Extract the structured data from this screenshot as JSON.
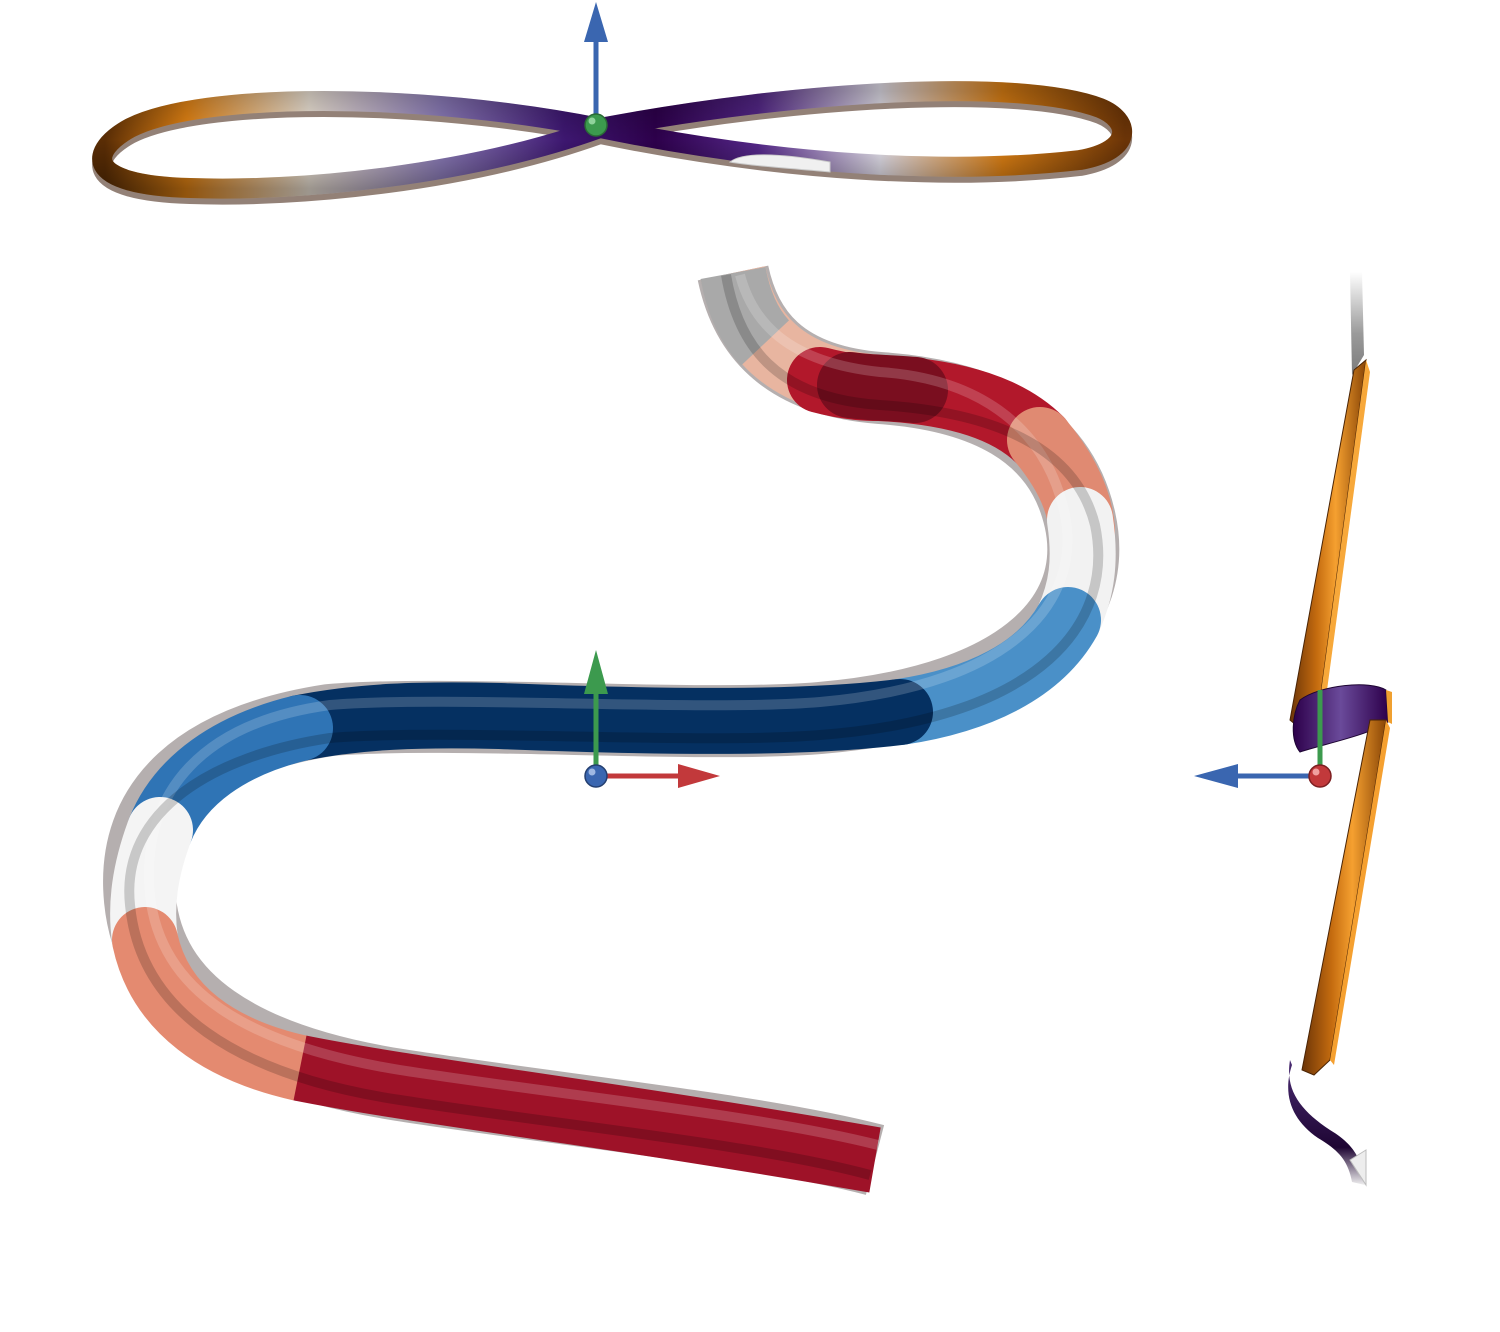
{
  "views": [
    {
      "id": "top",
      "ribbon_colormap": "purple-orange",
      "axes": [
        {
          "axis": "z",
          "direction": "up",
          "color": "#3a66b0"
        },
        {
          "axis": "y",
          "direction": "toward-viewer",
          "color": "#3c9a4e"
        }
      ]
    },
    {
      "id": "front",
      "ribbon_colormap": "red-blue",
      "axes": [
        {
          "axis": "x",
          "direction": "right",
          "color": "#c2393b"
        },
        {
          "axis": "y",
          "direction": "up",
          "color": "#3c9a4e"
        },
        {
          "axis": "z",
          "direction": "toward-viewer",
          "color": "#3a66b0"
        }
      ]
    },
    {
      "id": "side",
      "ribbon_colormap": "purple-orange",
      "axes": [
        {
          "axis": "z",
          "direction": "left",
          "color": "#3a66b0"
        },
        {
          "axis": "y",
          "direction": "up",
          "color": "#3c9a4e"
        },
        {
          "axis": "x",
          "direction": "toward-viewer",
          "color": "#c2393b"
        }
      ]
    }
  ],
  "colors": {
    "red_dark": "#67001f",
    "red": "#b2182b",
    "salmon": "#f4a582",
    "white": "#f7f7f7",
    "light_blue": "#d1e5f0",
    "blue": "#2166ac",
    "navy": "#053061",
    "purple_dark": "#2d004b",
    "purple": "#542788",
    "lavender": "#b2abd2",
    "orange": "#e08214",
    "brown": "#7f3b08"
  }
}
